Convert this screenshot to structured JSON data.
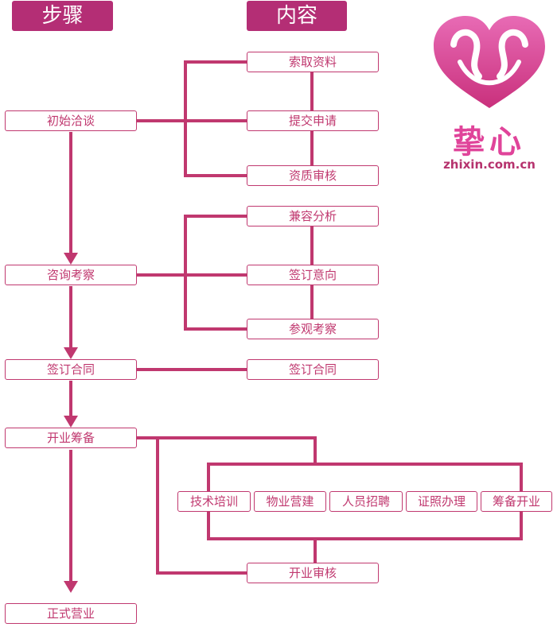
{
  "headers": {
    "steps": "步骤",
    "content": "内容"
  },
  "steps": [
    "初始洽谈",
    "咨询考察",
    "签订合同",
    "开业筹备",
    "正式营业"
  ],
  "contents": {
    "group1": [
      "索取资料",
      "提交申请",
      "资质审核"
    ],
    "group2": [
      "兼容分析",
      "签订意向",
      "参观考察"
    ],
    "contract": "签订合同",
    "prep_items": [
      "技术培训",
      "物业营建",
      "人员招聘",
      "证照办理",
      "筹备开业"
    ],
    "final_review": "开业审核"
  },
  "logo": {
    "name": "挚心",
    "url": "zhixin.com.cn"
  },
  "colors": {
    "line": "#c0386f",
    "header_bg": "#b42e75",
    "logo_pink": "#e0449a"
  }
}
